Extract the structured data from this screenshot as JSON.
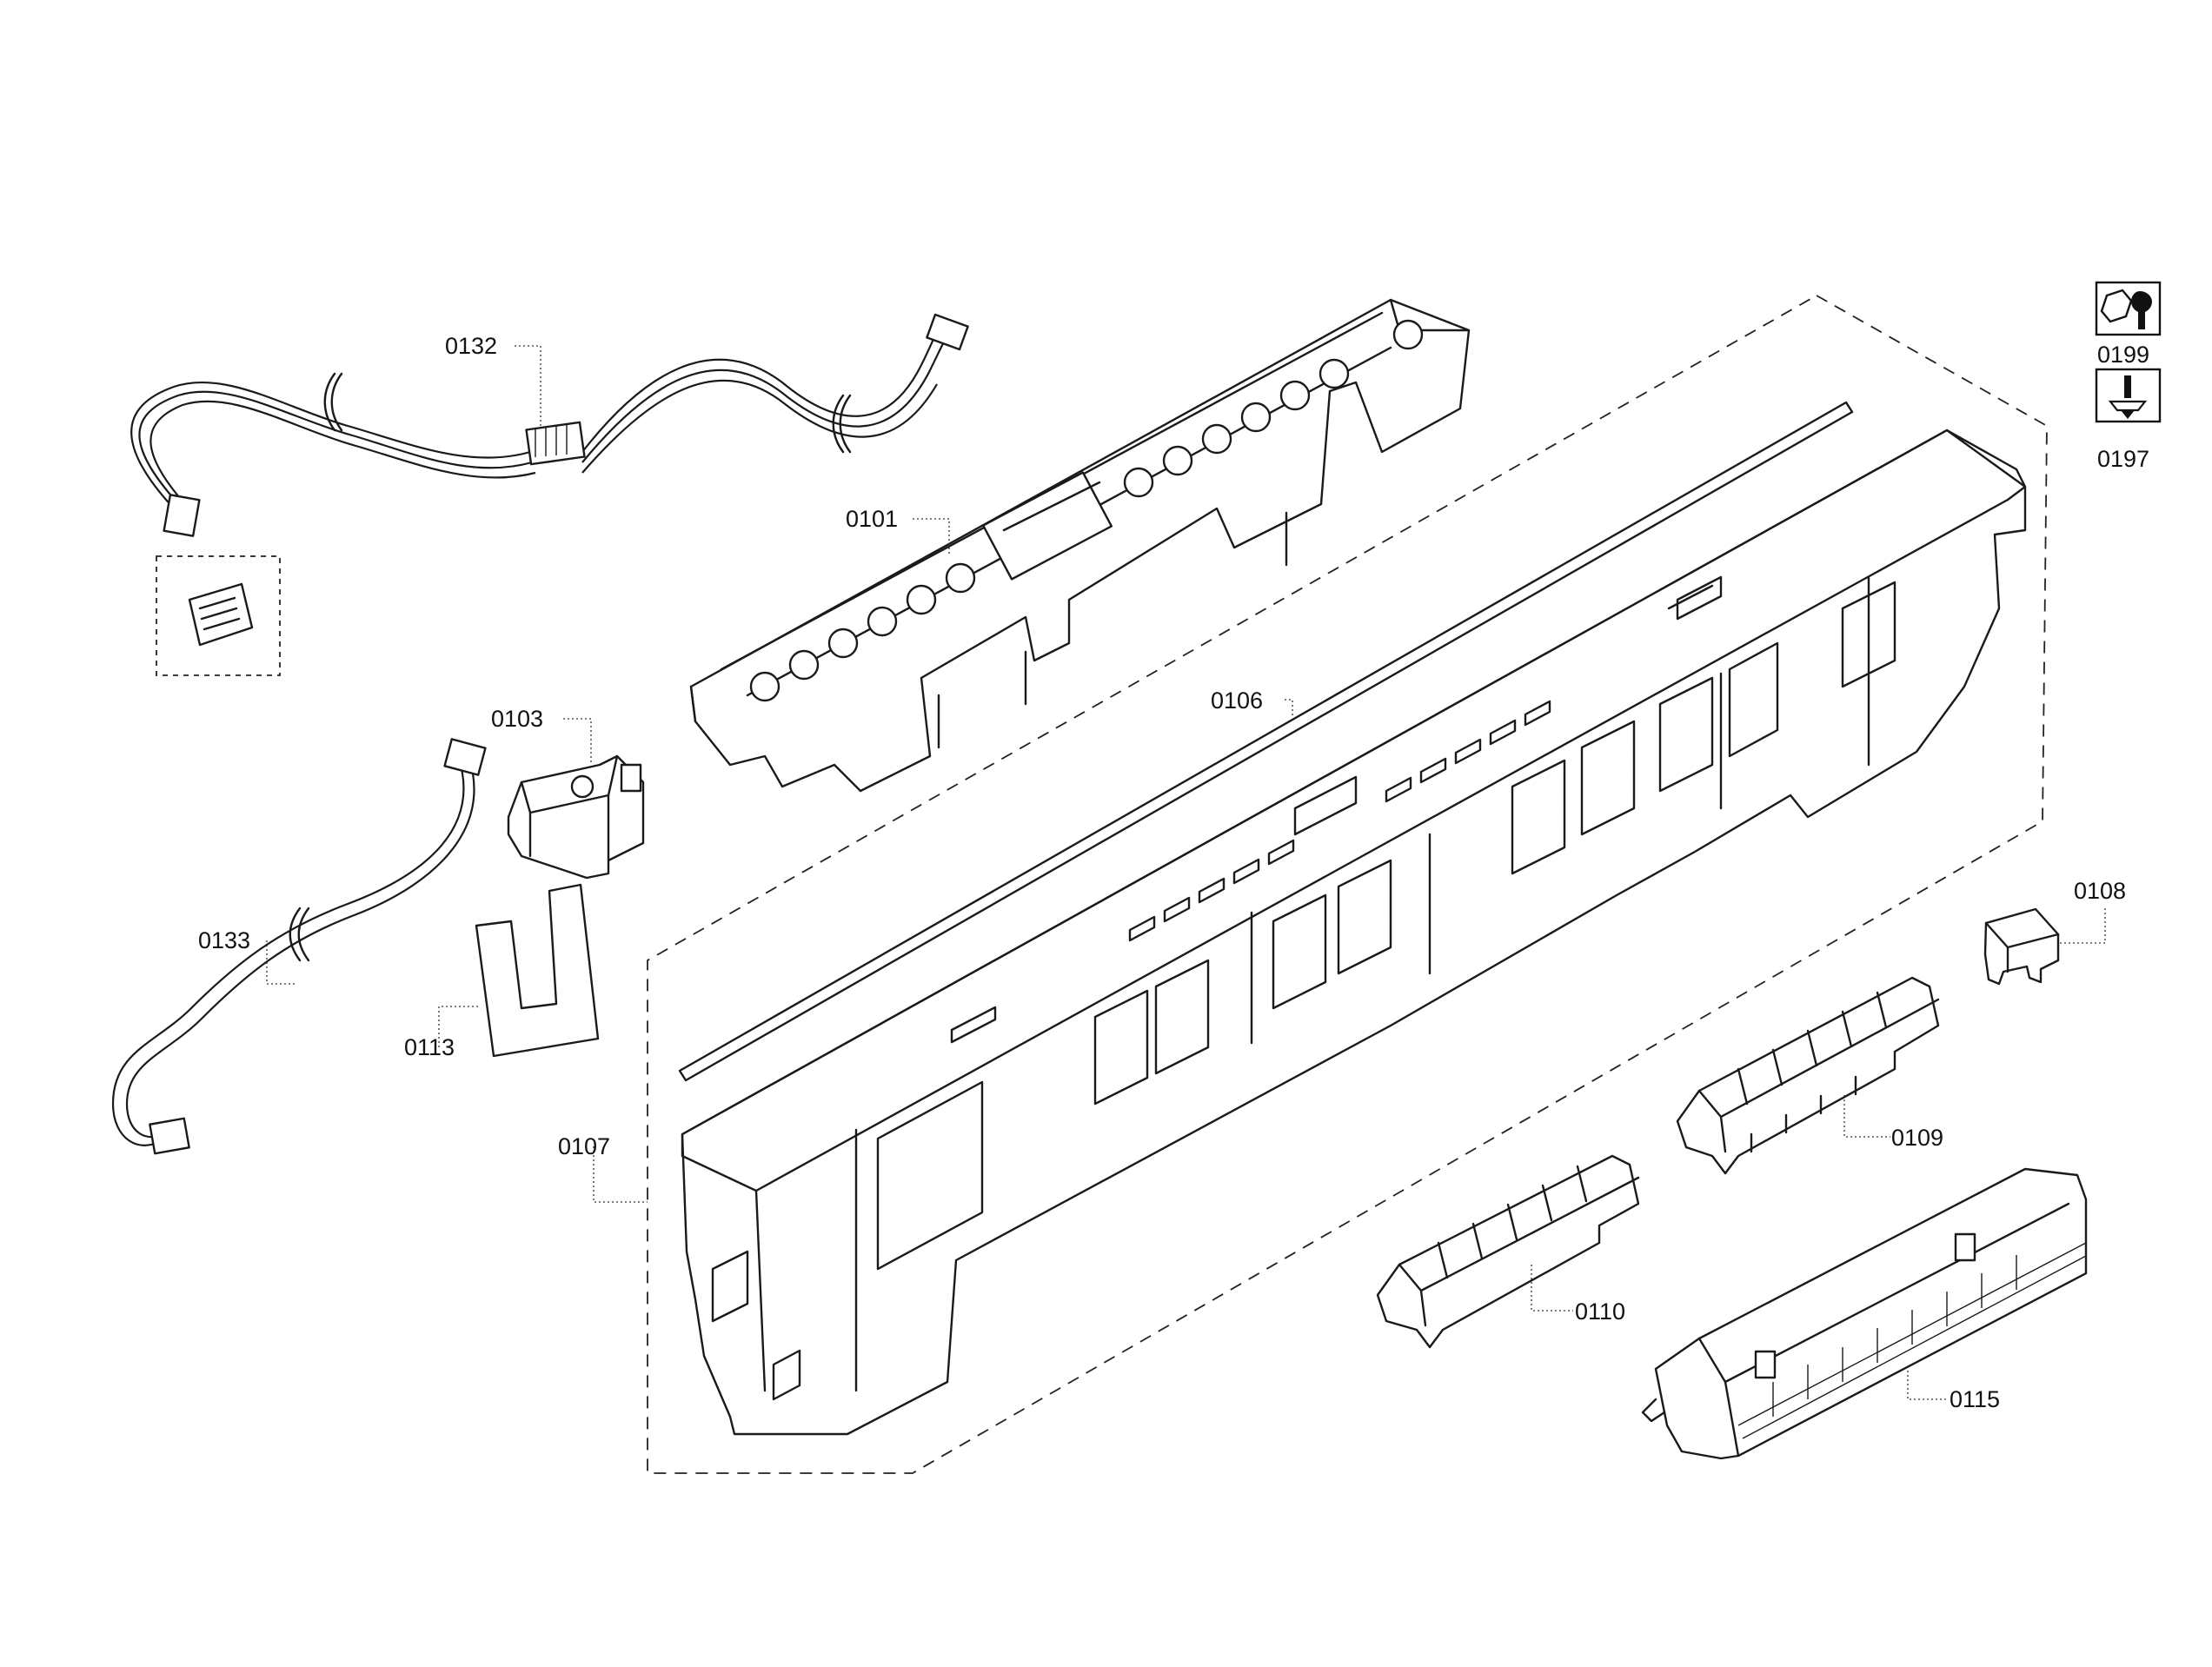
{
  "parts": {
    "p0101": "0101",
    "p0103": "0103",
    "p0106": "0106",
    "p0107": "0107",
    "p0108": "0108",
    "p0109": "0109",
    "p0110": "0110",
    "p0113": "0113",
    "p0115": "0115",
    "p0132": "0132",
    "p0133": "0133",
    "p0197": "0197",
    "p0199": "0199"
  },
  "icons": {
    "tool_wrench": "wrench-tool-icon",
    "tool_screwdriver": "screwdriver-tool-icon"
  }
}
